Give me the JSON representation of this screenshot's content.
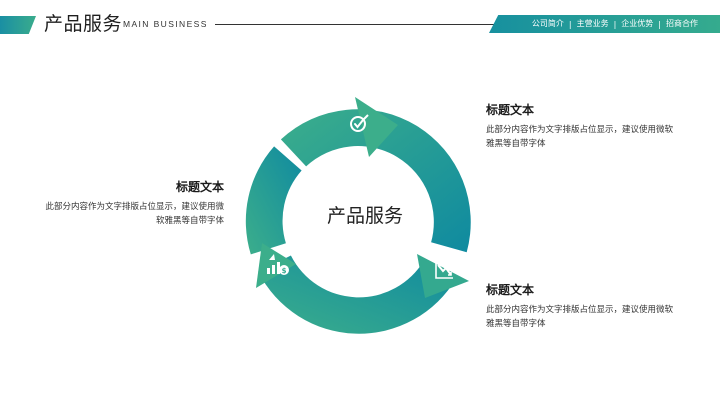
{
  "header": {
    "title": "产品服务",
    "subtitle": "MAIN BUSINESS",
    "nav": [
      "公司简介",
      "主营业务",
      "企业优势",
      "招商合作"
    ]
  },
  "diagram": {
    "center_label": "产品服务",
    "icons": [
      "target-check-icon",
      "chart-down-icon",
      "chart-growth-dollar-icon"
    ],
    "colors": {
      "teal": "#0f8aa0",
      "green": "#3dae8a"
    }
  },
  "blocks": {
    "top_right": {
      "title": "标题文本",
      "body": "此部分内容作为文字排版占位显示，建议使用微软雅黑等自带字体"
    },
    "bottom_right": {
      "title": "标题文本",
      "body": "此部分内容作为文字排版占位显示，建议使用微软雅黑等自带字体"
    },
    "left": {
      "title": "标题文本",
      "body": "此部分内容作为文字排版占位显示，建议使用微软雅黑等自带字体"
    }
  }
}
